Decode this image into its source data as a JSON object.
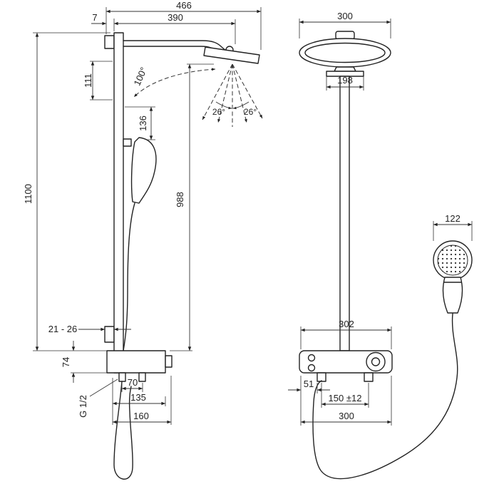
{
  "drawing": {
    "side": {
      "total_width": "466",
      "wall_offset": "7",
      "arm_reach": "390",
      "arm_drop": "111",
      "swivel_angle": "100°",
      "handshower_len": "136",
      "spray_left": "26°",
      "spray_right": "26°",
      "total_height": "1100",
      "head_to_valve": "988",
      "wall_clearance": "21 - 26",
      "valve_height": "74",
      "outlet_spacing": "70",
      "depth_mid": "135",
      "thread": "G 1/2",
      "depth_bottom": "160"
    },
    "front": {
      "head_width": "300",
      "joint_width": "198",
      "valve_span": "302",
      "handshower_width": "122",
      "edge_offset": "51",
      "supply_spacing": "150 ±12",
      "valve_width": "300"
    }
  }
}
